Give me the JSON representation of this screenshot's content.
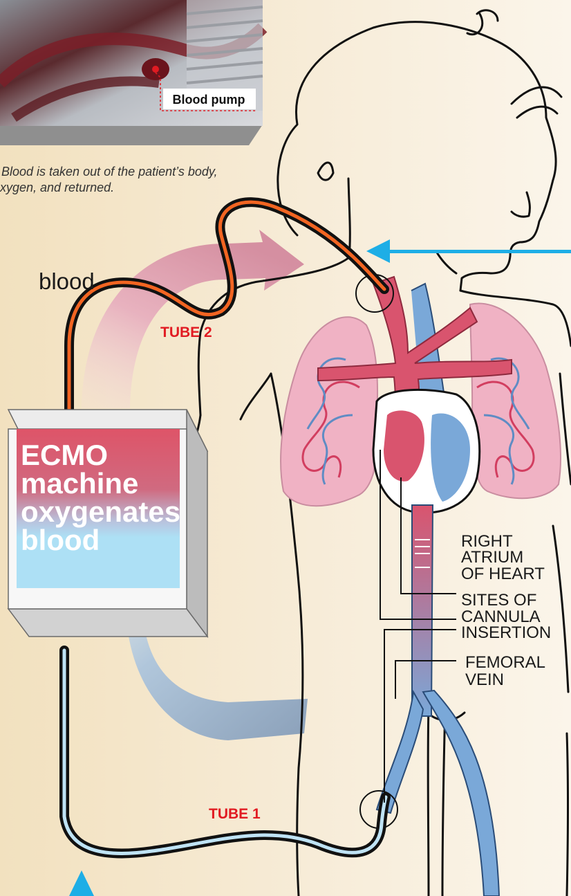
{
  "photo": {
    "pump_label": "Blood pump"
  },
  "caption": {
    "line1": "Blood is taken out of the patient’s body,",
    "line2": "xygen, and returned."
  },
  "flow": {
    "blood_word": "blood"
  },
  "tubes": {
    "tube1": "TUBE 1",
    "tube2": "TUBE 2"
  },
  "machine": {
    "line1": "ECMO",
    "line2": "machine",
    "line3": "oxygenates",
    "line4": "blood"
  },
  "labels": {
    "right_atrium": [
      "RIGHT",
      "ATRIUM",
      "OF HEART"
    ],
    "cannula_sites": [
      "SITES OF",
      "CANNULA",
      "INSERTION"
    ],
    "femoral_vein": [
      "FEMORAL",
      "VEIN"
    ]
  },
  "colors": {
    "background": "#f6ead2",
    "oxygenated": "#d9546e",
    "deoxygenated": "#7aa8d8",
    "tube_oxygenated_core": "#f26522",
    "tube_deoxygenated_core": "#bfe3f5",
    "machine_top": "#de5468",
    "machine_bottom": "#ade0f5",
    "arrow_cyan": "#1eaee6",
    "tube_label_red": "#e11b22"
  },
  "icons": [
    "cyan-arrow-left",
    "cyan-arrow-up",
    "pink-flow-arrow",
    "blue-flow-arrow"
  ]
}
